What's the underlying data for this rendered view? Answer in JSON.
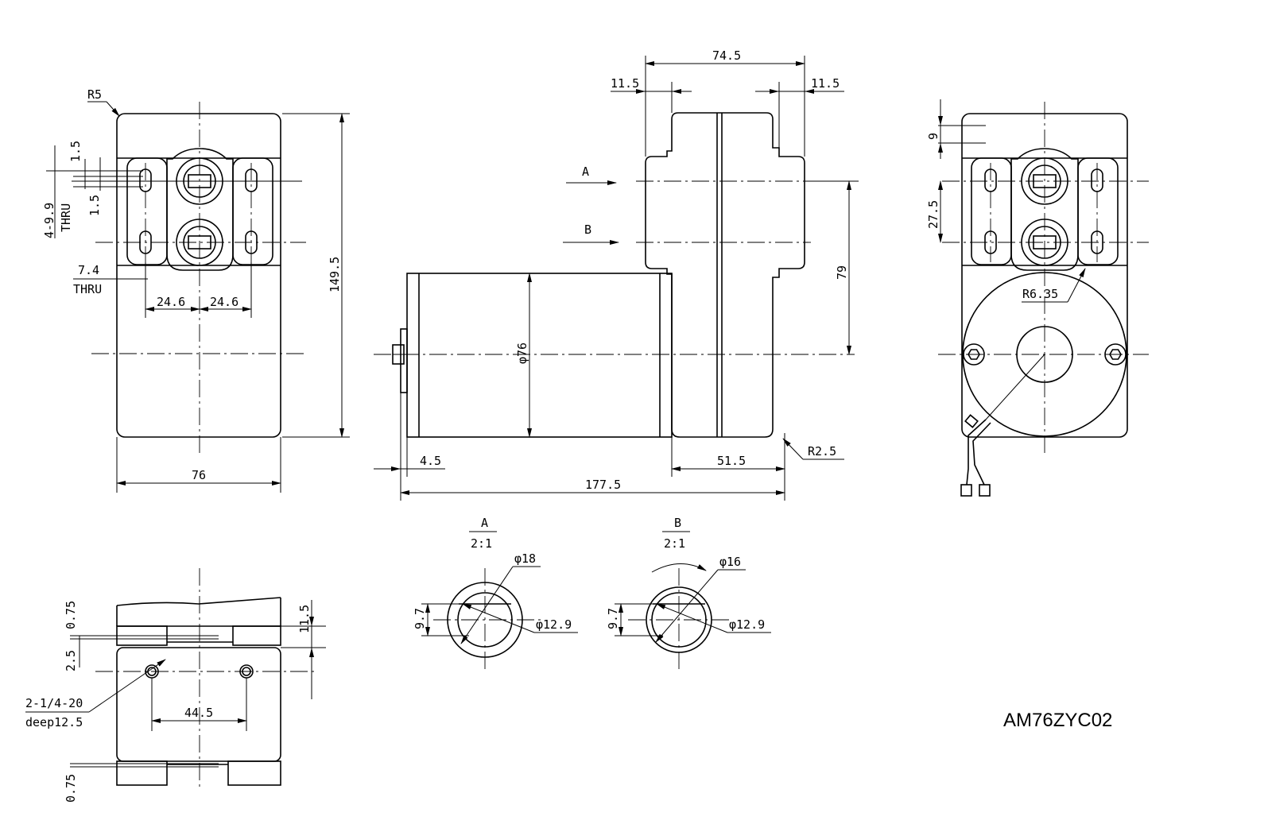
{
  "front_view": {
    "r5": "R5",
    "d15a": "1.5",
    "d15b": "1.5",
    "d499": "4-9.9",
    "thru1": "THRU",
    "d74": "7.4",
    "thru2": "THRU",
    "d246a": "24.6",
    "d246b": "24.6",
    "d1495": "149.5",
    "d76": "76"
  },
  "side_view": {
    "d745": "74.5",
    "d115a": "11.5",
    "d115b": "11.5",
    "sec_a": "A",
    "sec_b": "B",
    "phi76": "φ76",
    "d79": "79",
    "d45": "4.5",
    "d515": "51.5",
    "r25": "R2.5",
    "d1775": "177.5"
  },
  "rear_view": {
    "d9": "9",
    "d275": "27.5",
    "r635": "R6.35"
  },
  "bottom_view": {
    "d075a": "0.75",
    "d25": "2.5",
    "d075b": "0.75",
    "d115": "11.5",
    "tap": "2-1/4-20",
    "deep": "deep12.5",
    "d445": "44.5"
  },
  "detail_a": {
    "title": "A",
    "scale": "2:1",
    "phi18": "φ18",
    "phi129": "φ12.9",
    "d97": "9.7"
  },
  "detail_b": {
    "title": "B",
    "scale": "2:1",
    "phi16": "φ16",
    "phi129": "φ12.9",
    "d97": "9.7"
  },
  "model": "AM76ZYC02"
}
